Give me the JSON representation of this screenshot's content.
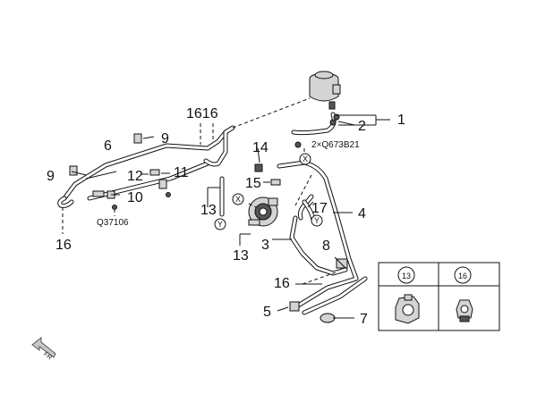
{
  "callouts": {
    "c1": "1",
    "c2": "2",
    "c3": "3",
    "c4": "4",
    "c5": "5",
    "c6": "6",
    "c7": "7",
    "c8": "8",
    "c9a": "9",
    "c9b": "9",
    "c10": "10",
    "c11": "11",
    "c12": "12",
    "c13a": "13",
    "c13b": "13",
    "c14": "14",
    "c15": "15",
    "c16top": "1616",
    "c16a": "16",
    "c16b": "16",
    "c17": "17"
  },
  "notes": {
    "bolt_spec": "2×Q673B21",
    "bolt_q37106": "Q37106"
  },
  "refs": {
    "x1": "X",
    "x2": "X",
    "y1": "Y",
    "y2": "Y"
  },
  "inset": {
    "left_label": "13",
    "right_label": "16"
  },
  "arrow": {
    "text": "FR"
  },
  "icons": [
    "front-arrow-icon",
    "reservoir-icon",
    "pump-icon",
    "clamp-icon"
  ]
}
